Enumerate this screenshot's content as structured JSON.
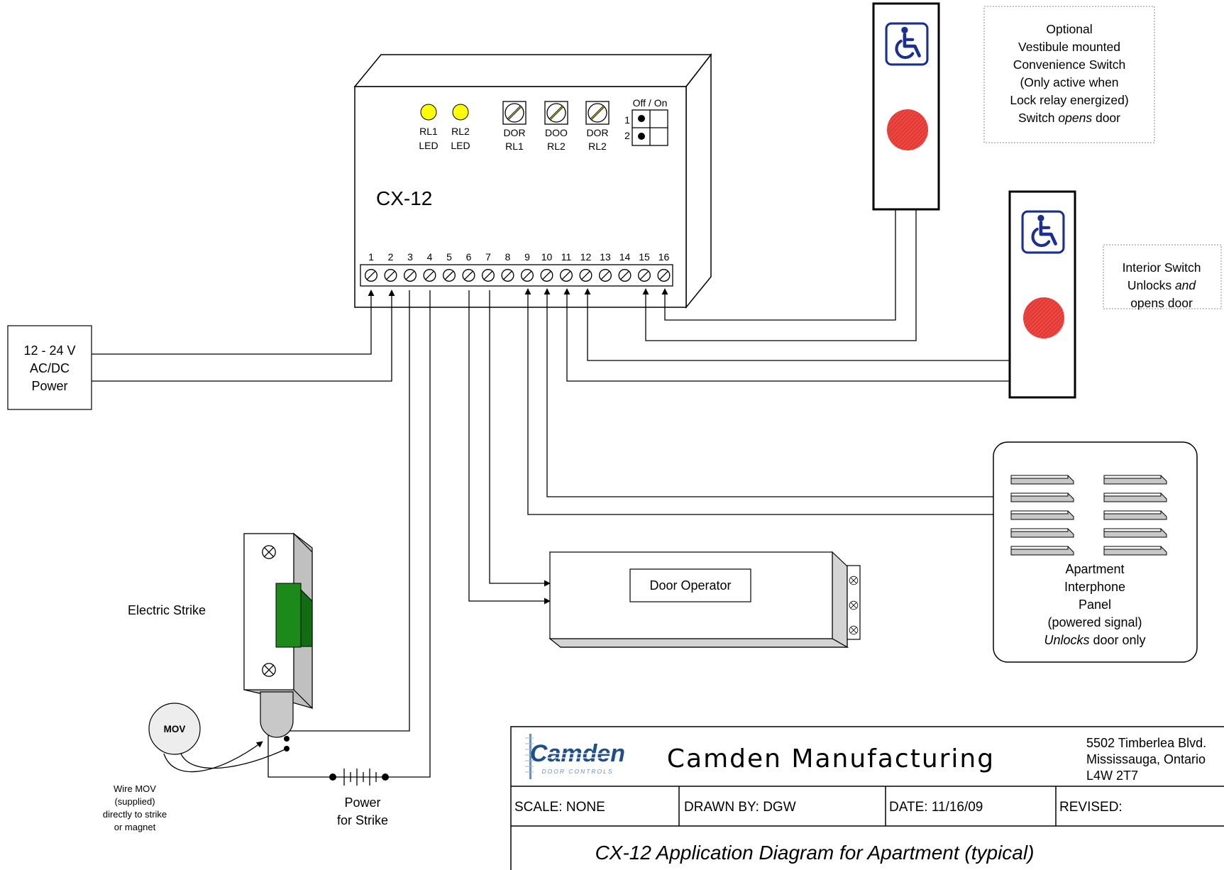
{
  "controller": {
    "model": "CX-12",
    "leds": [
      {
        "top": "RL1",
        "bottom": "LED"
      },
      {
        "top": "RL2",
        "bottom": "LED"
      }
    ],
    "pots": [
      {
        "top": "DOR",
        "bottom": "RL1"
      },
      {
        "top": "DOO",
        "bottom": "RL2"
      },
      {
        "top": "DOR",
        "bottom": "RL2"
      }
    ],
    "dip": {
      "header": "Off / On",
      "rows": [
        "1",
        "2"
      ]
    },
    "terminals": [
      "1",
      "2",
      "3",
      "4",
      "5",
      "6",
      "7",
      "8",
      "9",
      "10",
      "11",
      "12",
      "13",
      "14",
      "15",
      "16"
    ]
  },
  "power_supply": {
    "line1": "12 - 24 V",
    "line2": "AC/DC",
    "line3": "Power"
  },
  "vestibule_note": [
    "Optional",
    "Vestibule mounted",
    "Convenience Switch",
    "(Only active when",
    "Lock relay energized)"
  ],
  "vestibule_note_last": {
    "pre": "Switch ",
    "em": "opens",
    "post": " door"
  },
  "interior_note": {
    "line1": "Interior Switch",
    "pre": "Unlocks ",
    "em": "and",
    "line3": "opens door"
  },
  "interphone": {
    "lines": [
      "Apartment",
      "Interphone",
      "Panel",
      "(powered signal)"
    ],
    "last_em": "Unlocks",
    "last_post": " door only"
  },
  "door_operator": {
    "label": "Door Operator"
  },
  "strike": {
    "label": "Electric Strike",
    "mov": "MOV"
  },
  "mov_note": [
    "Wire MOV",
    "(supplied)",
    "directly to strike",
    "or magnet"
  ],
  "strike_power": [
    "Power",
    "for Strike"
  ],
  "colors": {
    "led": "#ffff00",
    "button": "#e53935",
    "strike_green": "#1b8a1b",
    "wheelchair_blue": "#1a2f8f"
  },
  "title_block": {
    "logo_text": "Camden",
    "logo_sub": "DOOR CONTROLS",
    "company": "Camden Manufacturing",
    "address": [
      "5502 Timberlea Blvd.",
      "Mississauga, Ontario",
      "L4W 2T7"
    ],
    "scale": "SCALE:  NONE",
    "drawn_by": "DRAWN BY: DGW",
    "date": "DATE:  11/16/09",
    "revised": "REVISED:",
    "title": "CX-12 Application Diagram for Apartment (typical)"
  }
}
